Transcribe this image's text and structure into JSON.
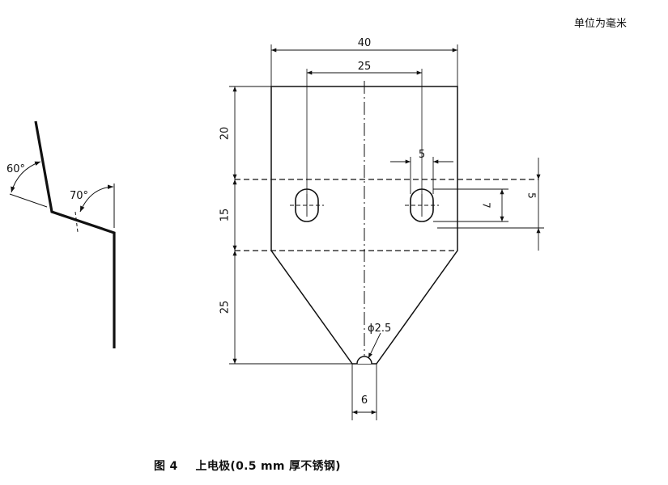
{
  "unit_note": "单位为毫米",
  "caption": {
    "figure_no": "图 4",
    "title": "上电极(0.5 mm 厚不锈钢)"
  },
  "angles": {
    "a1": "60°",
    "a2": "70°"
  },
  "dimensions": {
    "width_total": "40",
    "hole_spacing": "25",
    "slot_width": "5",
    "slot_height": "7",
    "slot_offset": "5",
    "height_top": "20",
    "height_mid": "15",
    "height_taper": "25",
    "tip_radius": "ϕ2.5",
    "tip_width": "6"
  }
}
